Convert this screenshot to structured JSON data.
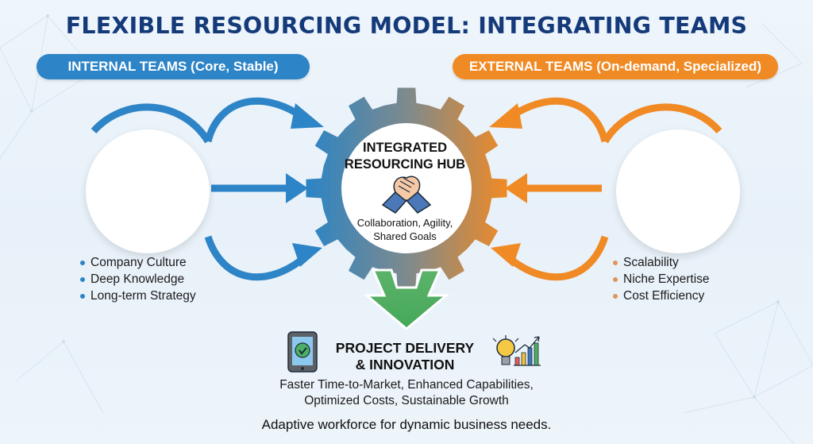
{
  "title": "FLEXIBLE RESOURCING MODEL: INTEGRATING TEAMS",
  "colors": {
    "title": "#143a7a",
    "internal": "#2d84c6",
    "external": "#f08a25",
    "output_arrow": "#4caf63"
  },
  "internal": {
    "label": "INTERNAL TEAMS (Core, Stable)",
    "icon": "office-building-team-brain-icon",
    "bullets": [
      "Company Culture",
      "Deep Knowledge",
      "Long-term Strategy"
    ]
  },
  "external": {
    "label": "EXTERNAL TEAMS (On-demand, Specialized)",
    "icon": "cloud-team-search-rocket-icon",
    "bullets": [
      "Scalability",
      "Niche Expertise",
      "Cost Efficiency"
    ]
  },
  "hub": {
    "title_line1": "INTEGRATED",
    "title_line2": "RESOURCING HUB",
    "icon": "handshake-icon",
    "subtitle_line1": "Collaboration, Agility,",
    "subtitle_line2": "Shared Goals"
  },
  "delivery": {
    "title_line1": "PROJECT DELIVERY",
    "title_line2": "& INNOVATION",
    "left_icon": "tablet-check-icon",
    "right_icon": "lightbulb-growth-chart-icon",
    "benefits_line1": "Faster Time-to-Market, Enhanced Capabilities,",
    "benefits_line2": "Optimized Costs, Sustainable Growth"
  },
  "tagline": "Adaptive workforce for dynamic business needs."
}
